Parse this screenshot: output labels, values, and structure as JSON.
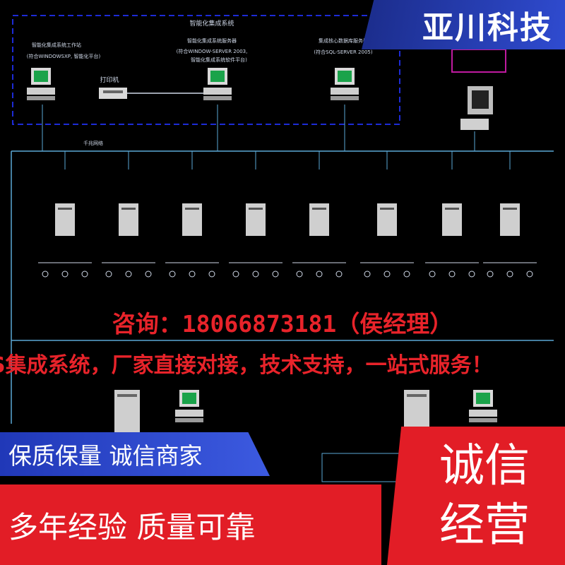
{
  "brand": "亚川科技",
  "diagram": {
    "title": "智能化集成系统",
    "ws1_label": "智能化集成系统工作站",
    "ws1_sub": "(符合WINDOWSXP, 智能化平台)",
    "server_label": "智能化集成系统服务器",
    "server_sub": "(符合WINDOW-SERVER 2003,",
    "server_sub2": "智能化集成系统软件平台)",
    "db_label": "集成核心数据库服务器",
    "db_sub": "(符合SQL-SERVER 2005)",
    "printer_label": "打印机",
    "lan_label": "千兆网络"
  },
  "overlay": {
    "contact": "咨询：18066873181（侯经理）",
    "slogan": "S集成系统，厂家直接对接，技术支持，一站式服务！"
  },
  "tags": {
    "quality": "保质保量 诚信商家",
    "experience": "多年经验 质量可靠",
    "integrity_line1": "诚信",
    "integrity_line2": "经营"
  },
  "colors": {
    "background": "#000000",
    "line": "#5aa7d6",
    "frame": "#1d2bd6",
    "accent_red": "#e21d26",
    "accent_blue": "#2f4bd0"
  }
}
